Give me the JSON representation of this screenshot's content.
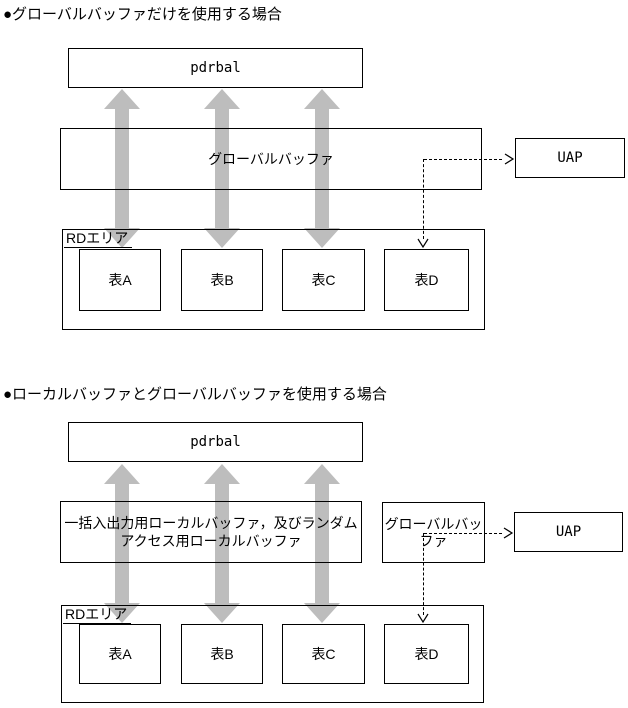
{
  "colors": {
    "background": "#ffffff",
    "line": "#000000",
    "arrow": "#bdbdbd"
  },
  "diagram1": {
    "title": "●グローバルバッファだけを使用する場合",
    "pdrbal_label": "pdrbal",
    "global_buffer_label": "グローバルバッファ",
    "uap_label": "UAP",
    "rd_area_label": "RDエリア",
    "tables": [
      "表A",
      "表B",
      "表C",
      "表D"
    ]
  },
  "diagram2": {
    "title": "●ローカルバッファとグローバルバッファを使用する場合",
    "pdrbal_label": "pdrbal",
    "local_buffer_lines": [
      "一括入出力用ローカルバッファ，及びランダム",
      "アクセス用ローカルバッファ"
    ],
    "global_buffer_lines": [
      "グローバルバッ",
      "ファ"
    ],
    "uap_label": "UAP",
    "rd_area_label": "RDエリア",
    "tables": [
      "表A",
      "表B",
      "表C",
      "表D"
    ]
  }
}
